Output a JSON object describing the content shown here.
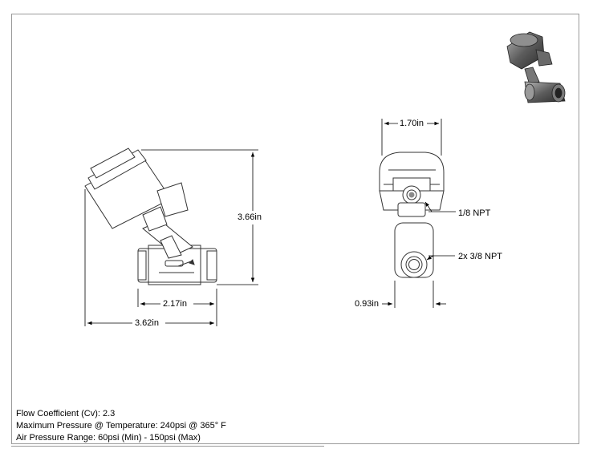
{
  "dimensions": {
    "front_width": "1.70in",
    "side_height": "3.66in",
    "body_width": "2.17in",
    "overall_width": "3.62in",
    "front_bottom": "0.93in"
  },
  "callouts": {
    "pilot_port": "1/8 NPT",
    "main_ports": "2x 3/8 NPT"
  },
  "specs": {
    "flow_coefficient": "Flow Coefficient (Cv): 2.3",
    "max_pressure": "Maximum Pressure @ Temperature: 240psi @ 365° F",
    "air_pressure": "Air Pressure Range: 60psi (Min) - 150psi (Max)"
  }
}
